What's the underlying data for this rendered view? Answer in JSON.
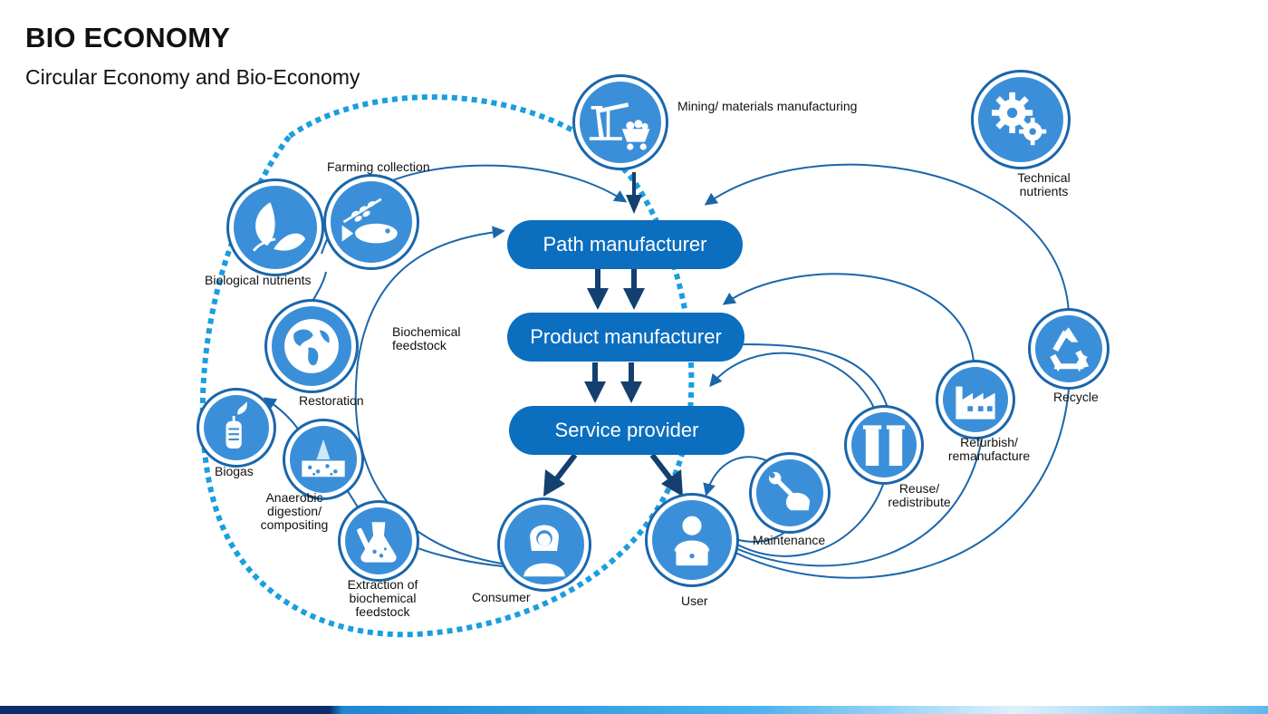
{
  "header": {
    "title": "BIO ECONOMY",
    "subtitle": "Circular Economy and Bio-Economy"
  },
  "colors": {
    "pill": "#0b6ebf",
    "icon_fill": "#3b8fd9",
    "icon_ring": "#1a66ab",
    "flow_line": "#1a66ab",
    "dotted_loop": "#1a9ee0",
    "down_arrow": "#13406f"
  },
  "stages": {
    "path_manufacturer": "Path manufacturer",
    "product_manufacturer": "Product manufacturer",
    "service_provider": "Service provider"
  },
  "nodes": {
    "mining": {
      "label": "Mining/ materials manufacturing",
      "icon": "oil-pump-icon"
    },
    "technical_nutrients": {
      "line1": "Technical",
      "line2": "nutrients",
      "icon": "gears-icon"
    },
    "farming": {
      "label": "Farming collection",
      "icon": "wheat-fish-icon"
    },
    "biological_nutrients": {
      "label": "Biological nutrients",
      "icon": "leaves-icon"
    },
    "restoration": {
      "label": "Restoration",
      "icon": "globe-icon"
    },
    "biogas": {
      "label": "Biogas",
      "icon": "gas-flame-icon"
    },
    "anaerobic": {
      "line1": "Anaerobic",
      "line2": "digestion/",
      "line3": "compositing",
      "icon": "compost-icon"
    },
    "extraction": {
      "line1": "Extraction of",
      "line2": "biochemical",
      "line3": "feedstock",
      "icon": "flask-icon"
    },
    "consumer": {
      "label": "Consumer",
      "icon": "woman-icon"
    },
    "user": {
      "label": "User",
      "icon": "laptop-user-icon"
    },
    "maintenance": {
      "label": "Maintenance",
      "icon": "wrench-hand-icon"
    },
    "reuse": {
      "line1": "Reuse/",
      "line2": "redistribute",
      "icon": "pillars-icon"
    },
    "refurbish": {
      "line1": "Refurbish/",
      "line2": "remanufacture",
      "icon": "factory-icon"
    },
    "recycle": {
      "label": "Recycle",
      "icon": "recycle-icon"
    }
  },
  "feedstock_label": {
    "line1": "Biochemical",
    "line2": "feedstock"
  }
}
